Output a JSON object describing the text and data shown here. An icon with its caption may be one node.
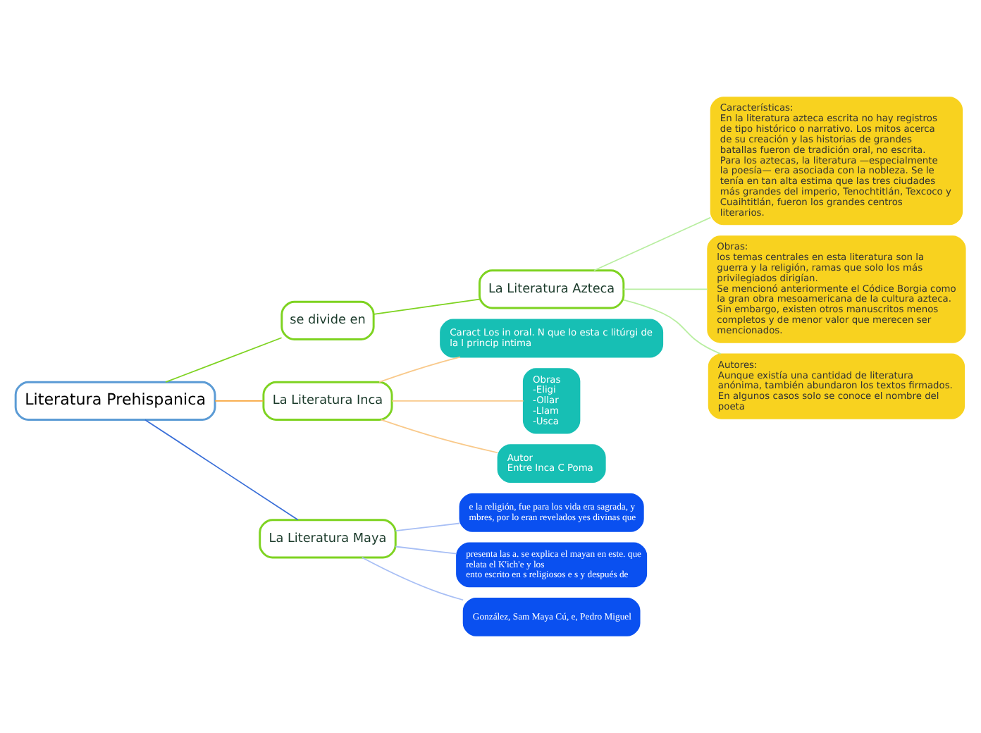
{
  "diagram": {
    "nodes": [
      {
        "text": [
          "Literatura Prehispanica"
        ]
      },
      {
        "text": [
          "se divide en"
        ]
      },
      {
        "text": [
          "La Literatura Inca"
        ]
      },
      {
        "text": [
          "Caract Los in oral. N que lo esta c litúrgi de la l princip intima"
        ]
      },
      {
        "text": [
          "Obras",
          "-Eligi",
          "-Ollar",
          "-Llam",
          "-Usca"
        ]
      },
      {
        "text": [
          "Autor",
          "Entre Inca C Poma"
        ]
      },
      {
        "text": [
          "La Literatura Maya"
        ]
      },
      {
        "text": [
          "e la religión, fue para los vida era sagrada, y mbres, por lo eran revelados yes divinas que"
        ]
      },
      {
        "text": [
          "presenta las a. se explica el mayan en este. que relata el K'ich'e y los",
          "ento escrito en s religiosos e s y después de"
        ]
      },
      {
        "text": [
          "González, Sam Maya Cú, e, Pedro Miguel"
        ]
      },
      {
        "text": [
          "La Literatura Azteca"
        ]
      },
      {
        "text": [
          "Características:",
          "En la literatura azteca escrita no hay registros de tipo histórico o narrativo. Los mitos acerca de su creación y las historias de grandes batallas fueron de tradición oral, no escrita.",
          "Para los aztecas, la literatura —especialmente la poesía— era asociada con la nobleza. Se le tenía en tan alta estima que las tres ciudades más grandes del imperio, Tenochtitlán, Texcoco y Cuaihtitlán, fueron los grandes centros literarios."
        ]
      },
      {
        "text": [
          "Obras:",
          "los temas centrales en esta literatura son la guerra y la religión, ramas que solo los más privilegiados dirigían.",
          "Se mencionó anteriormente el Códice Borgia como la gran obra mesoamericana de la cultura azteca. Sin embargo, existen otros manuscritos menos completos y de menor valor que merecen ser mencionados."
        ]
      },
      {
        "text": [
          "Autores:",
          "Aunque existía una cantidad de literatura anónima, también abundaron los textos firmados. En algunos casos solo se conoce el nombre del poeta"
        ]
      }
    ],
    "edges": [
      {
        "from": 0,
        "to": 6,
        "arrow": "none",
        "color": "#3a6fd8"
      },
      {
        "from": 0,
        "to": 2,
        "arrow": "none",
        "color": "#f7a43a"
      },
      {
        "from": 0,
        "to": 1,
        "arrow": "none",
        "color": "#7ed321"
      },
      {
        "from": 1,
        "to": 10,
        "arrow": "none",
        "color": "#7ed321"
      },
      {
        "from": 2,
        "to": 3,
        "arrow": "none",
        "color": "#f9c98a"
      },
      {
        "from": 2,
        "to": 4,
        "arrow": "none",
        "color": "#f9c98a"
      },
      {
        "from": 2,
        "to": 5,
        "arrow": "none",
        "color": "#f9c98a"
      },
      {
        "from": 6,
        "to": 7,
        "arrow": "none",
        "color": "#a8bff5"
      },
      {
        "from": 6,
        "to": 8,
        "arrow": "none",
        "color": "#a8bff5"
      },
      {
        "from": 6,
        "to": 9,
        "arrow": "none",
        "color": "#a8bff5"
      },
      {
        "from": 10,
        "to": 11,
        "arrow": "none",
        "color": "#b8eea0"
      },
      {
        "from": 10,
        "to": 12,
        "arrow": "none",
        "color": "#b8eea0"
      },
      {
        "from": 10,
        "to": 13,
        "arrow": "none",
        "color": "#b8eea0"
      }
    ]
  }
}
